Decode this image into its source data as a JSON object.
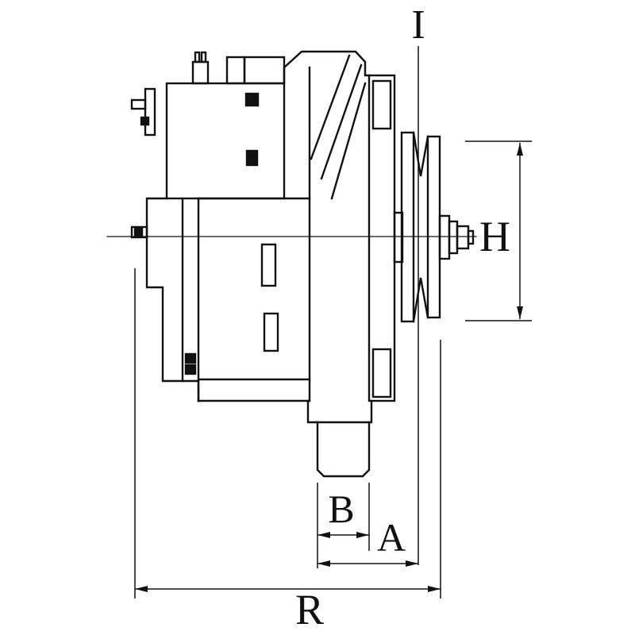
{
  "page": {
    "background": "#ffffff",
    "line_color": "#111111"
  },
  "labels": {
    "I": "I",
    "H": "H",
    "B": "B",
    "A": "A",
    "R": "R"
  }
}
